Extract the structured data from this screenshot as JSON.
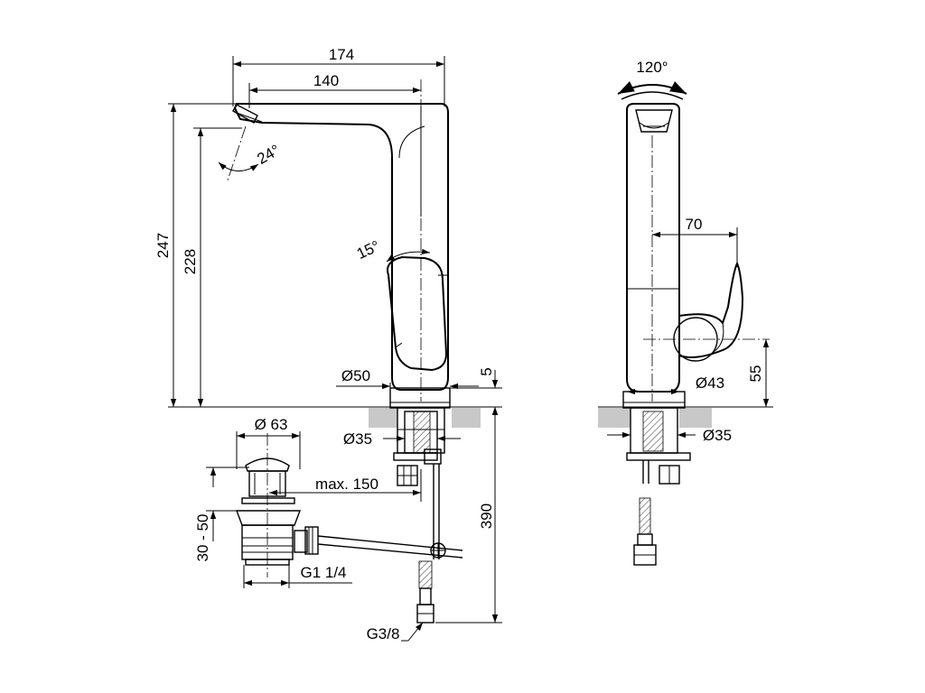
{
  "dimensions": {
    "width_total": "174",
    "width_spout": "140",
    "height_total": "247",
    "height_outlet": "228",
    "spray_angle": "24°",
    "lever_angle": "15°",
    "base_diameter": "Ø50",
    "base_thickness": "5",
    "shank_diameter_front": "Ø35",
    "waste_diameter": "Ø 63",
    "rod_length": "max. 150",
    "waste_height": "30 - 50",
    "waste_thread": "G1 1/4",
    "hose_length": "390",
    "hose_thread": "G3/8",
    "swivel_angle": "120°",
    "lever_reach": "70",
    "lever_height": "55",
    "body_diameter": "Ø43",
    "shank_diameter_side": "Ø35"
  },
  "colors": {
    "line": "#000000",
    "ground": "#c8c8c8",
    "background": "#ffffff"
  }
}
